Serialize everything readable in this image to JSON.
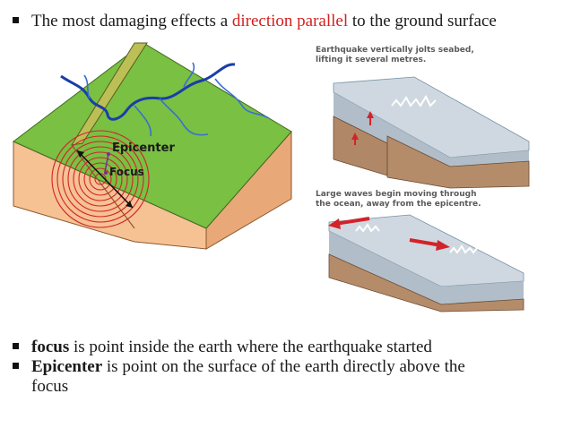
{
  "top_bullet": {
    "prefix": "The most damaging effects a ",
    "highlight": "direction parallel",
    "suffix": " to the ground surface",
    "highlight_color": "#d42020"
  },
  "diagram_left": {
    "epicenter_label": "Epicenter",
    "focus_label": "Focus"
  },
  "diagram_right_top": {
    "caption_line1": "Earthquake vertically jolts seabed,",
    "caption_line2": "lifting it several metres."
  },
  "diagram_right_bottom": {
    "caption_line1": "Large waves begin moving through",
    "caption_line2": "the ocean, away from the epicentre."
  },
  "bullets": [
    {
      "term": "focus",
      "text": " is point inside the earth where the earthquake started"
    },
    {
      "term": "Epicenter",
      "text": " is point on the surface of the earth directly above the",
      "continuation": "focus"
    }
  ],
  "colors": {
    "ground_green": "#79c043",
    "rock_tan": "#f6c193",
    "river_blue": "#1a3ea8",
    "wave_red": "#d2232a"
  }
}
